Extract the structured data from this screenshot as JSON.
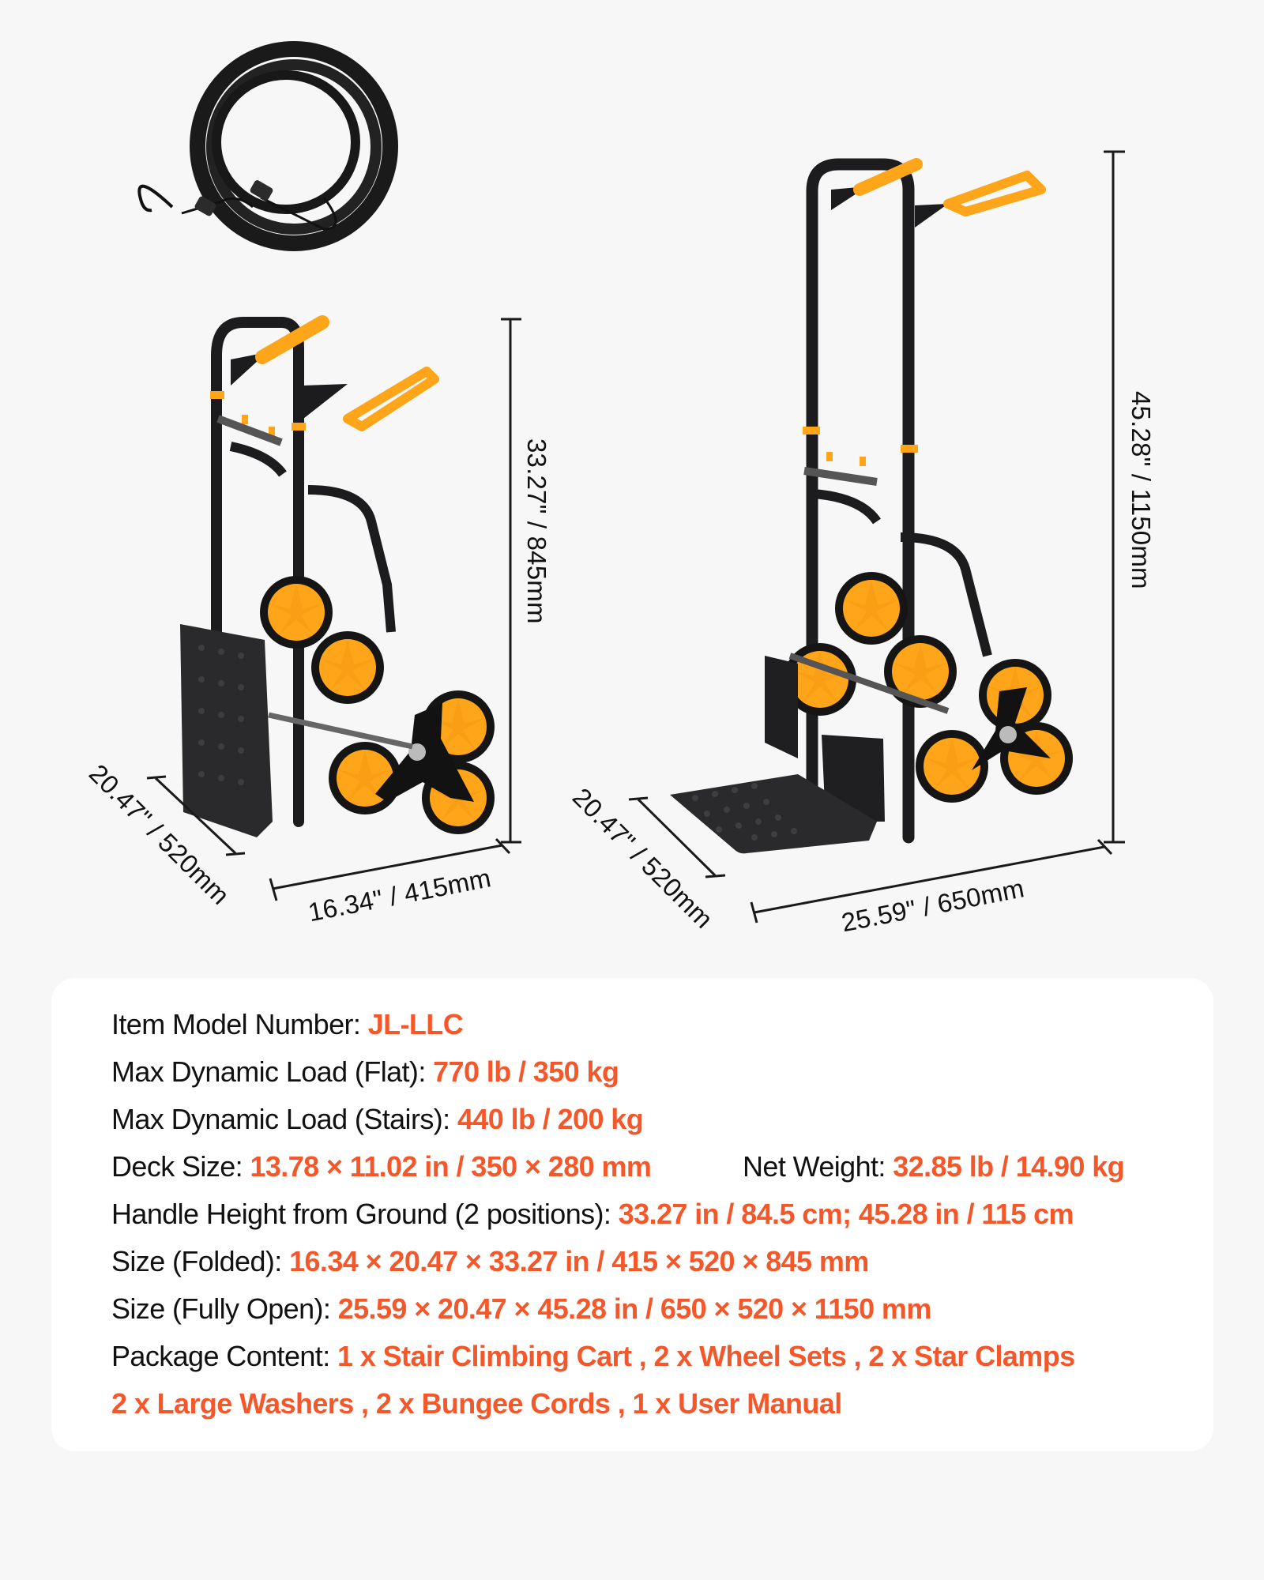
{
  "colors": {
    "background": "#F7F7F7",
    "card": "#FFFFFF",
    "accent_text": "#F4572A",
    "label_text": "#111111",
    "wheel_orange": "#FFA51A",
    "frame_black": "#1C1C1E"
  },
  "illustrations": {
    "bungee_cord": {
      "icon": "bungee-cord-icon"
    },
    "cart_folded": {
      "icon": "stair-climbing-cart-folded-icon",
      "dimensions": {
        "height": "33.27\" / 845mm",
        "depth": "20.47\" / 520mm",
        "width": "16.34\" / 415mm"
      }
    },
    "cart_open": {
      "icon": "stair-climbing-cart-open-icon",
      "dimensions": {
        "height": "45.28\" / 1150mm",
        "depth": "20.47\" / 520mm",
        "width": "25.59\" / 650mm"
      }
    }
  },
  "specs": {
    "model": {
      "label": "Item Model Number: ",
      "value": "JL-LLC"
    },
    "load_flat": {
      "label": "Max Dynamic Load (Flat): ",
      "value": "770 lb / 350 kg"
    },
    "load_stairs": {
      "label": "Max Dynamic Load (Stairs): ",
      "value": "440 lb / 200 kg"
    },
    "deck_size": {
      "label": "Deck Size: ",
      "value": "13.78 × 11.02 in / 350 × 280 mm"
    },
    "net_weight": {
      "label": "Net Weight: ",
      "value": "32.85 lb / 14.90 kg"
    },
    "handle_height": {
      "label": "Handle Height from Ground (2 positions): ",
      "value": "33.27 in / 84.5 cm; 45.28 in / 115 cm"
    },
    "size_folded": {
      "label": "Size (Folded): ",
      "value": "16.34 × 20.47 × 33.27 in / 415 × 520 × 845 mm"
    },
    "size_open": {
      "label": "Size (Fully Open): ",
      "value": "25.59 × 20.47 × 45.28 in / 650 × 520 × 1150 mm"
    },
    "package": {
      "label": "Package Content: ",
      "line1": "1 x Stair Climbing Cart , 2 x Wheel Sets , 2 x Star Clamps",
      "line2": "2 x Large Washers , 2 x Bungee Cords , 1 x User Manual"
    }
  }
}
